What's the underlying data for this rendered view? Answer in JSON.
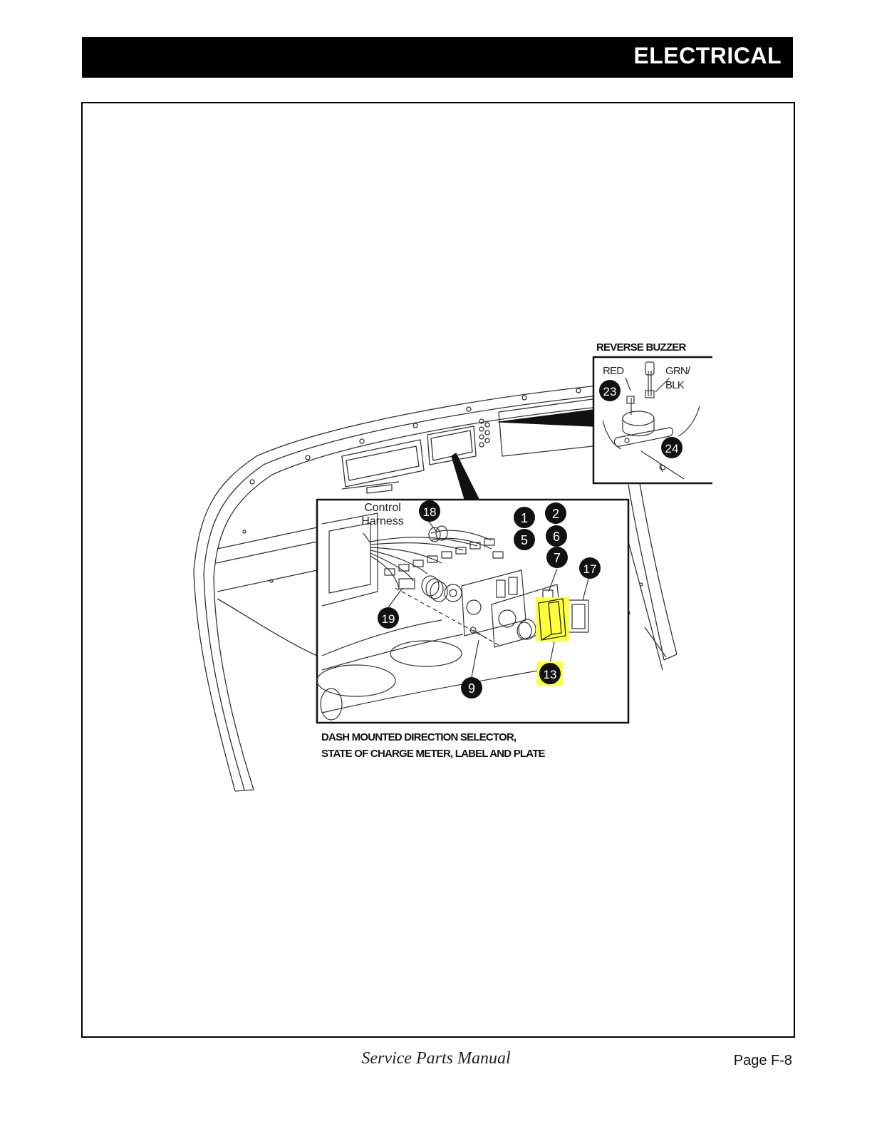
{
  "header": {
    "title": "ELECTRICAL"
  },
  "figure": {
    "callouts": {
      "c1": "1",
      "c2": "2",
      "c5": "5",
      "c6": "6",
      "c7": "7",
      "c9": "9",
      "c13": "13",
      "c17": "17",
      "c18": "18",
      "c19": "19",
      "c23": "23",
      "c24": "24"
    },
    "labels": {
      "control_line1": "Control",
      "control_line2": "Harness",
      "reverse_buzzer": "REVERSE BUZZER",
      "red": "RED",
      "grn": "GRN/",
      "blk": "BLK",
      "caption_line1": "DASH MOUNTED DIRECTION SELECTOR,",
      "caption_line2": "STATE OF CHARGE METER, LABEL AND PLATE"
    },
    "highlight_color": "#ffff3a"
  },
  "footer": {
    "manual_title": "Service Parts Manual",
    "page": "Page F-8"
  }
}
